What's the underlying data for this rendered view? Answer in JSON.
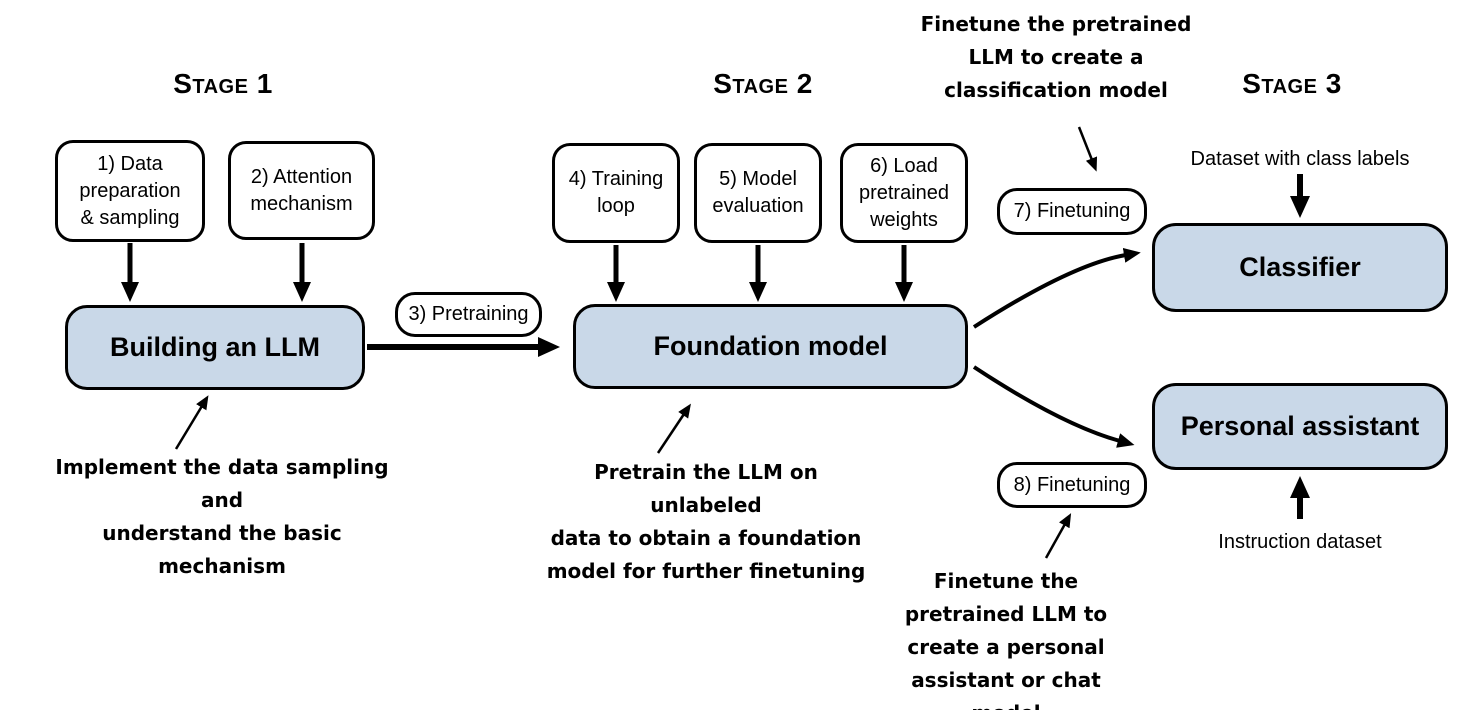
{
  "headings": {
    "stage1": "Stage 1",
    "stage2": "Stage 2",
    "stage3": "Stage 3"
  },
  "steps": {
    "data_prep": "1) Data\npreparation\n& sampling",
    "attention": "2) Attention\nmechanism",
    "pretraining": "3) Pretraining",
    "training_loop": "4) Training\nloop",
    "model_eval": "5) Model\nevaluation",
    "load_weights": "6) Load\npretrained\nweights",
    "finetuning_classifier": "7) Finetuning",
    "finetuning_assistant": "8) Finetuning"
  },
  "models": {
    "building_llm": "Building an LLM",
    "foundation": "Foundation model",
    "classifier": "Classifier",
    "assistant": "Personal assistant"
  },
  "annotations": {
    "stage1": "Implement the data sampling and\nunderstand the basic mechanism",
    "stage2": "Pretrain the LLM on unlabeled\ndata to obtain a foundation\nmodel for further finetuning",
    "classifier": "Finetune the pretrained\nLLM to create a\nclassification model",
    "assistant": "Finetune the\npretrained LLM to\ncreate a personal\nassistant or chat model"
  },
  "io_labels": {
    "classifier_input": "Dataset with class labels",
    "assistant_input": "Instruction dataset"
  },
  "colors": {
    "model_fill": "#c9d8e8",
    "stroke": "#000000",
    "background": "#ffffff"
  }
}
